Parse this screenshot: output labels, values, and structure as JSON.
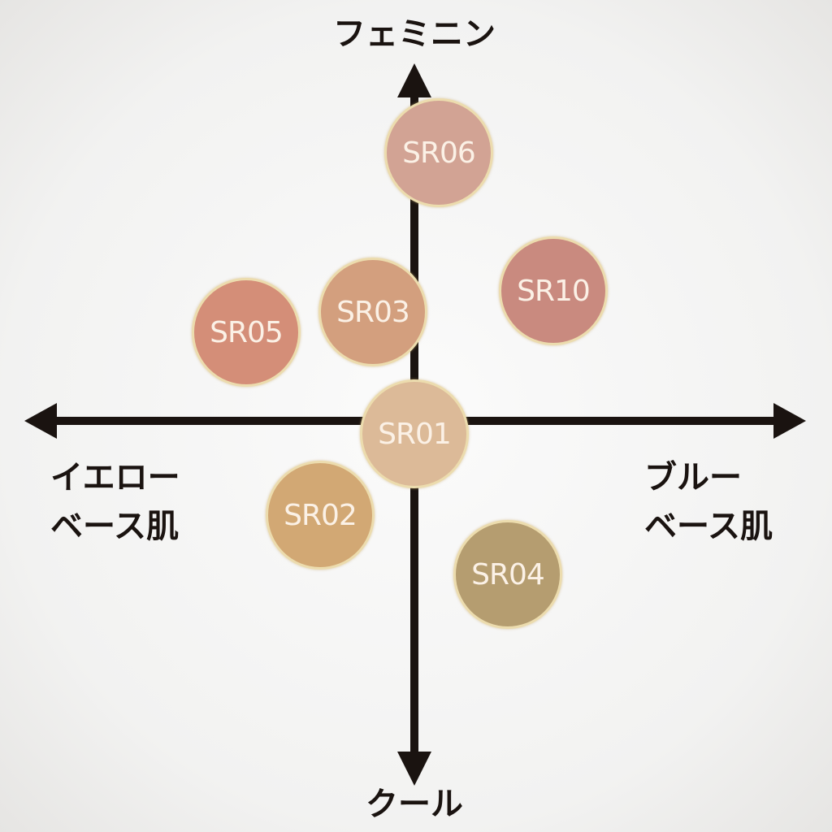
{
  "axes": {
    "top": "フェミニン",
    "bottom": "クール",
    "left": [
      "イエロー",
      "ベース肌"
    ],
    "right": [
      "ブルー",
      "ベース肌"
    ]
  },
  "swatches": [
    {
      "label": "SR06",
      "color": "#d2a394"
    },
    {
      "label": "SR10",
      "color": "#c98a7f"
    },
    {
      "label": "SR03",
      "color": "#d39f7e"
    },
    {
      "label": "SR05",
      "color": "#d48e78"
    },
    {
      "label": "SR01",
      "color": "#dcba98"
    },
    {
      "label": "SR02",
      "color": "#d2a874"
    },
    {
      "label": "SR04",
      "color": "#b59d70"
    }
  ],
  "colors": {
    "axis": "#1a1310"
  }
}
